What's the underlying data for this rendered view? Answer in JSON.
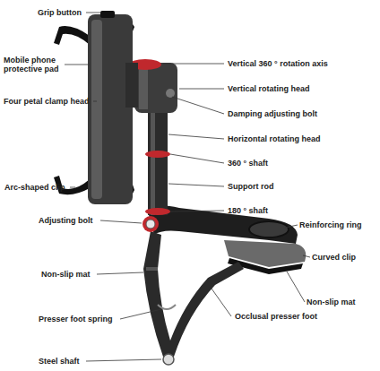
{
  "diagram": {
    "labels": [
      "Grip button",
      "Mobile phone protective pad",
      "Four petal clamp head",
      "Arc-shaped clip",
      "Vertical 360 ° rotation axis",
      "Vertical rotating head",
      "Damping adjusting bolt",
      "Horizontal rotating head",
      "360 ° shaft",
      "Support rod",
      "180 ° shaft",
      "Adjusting bolt",
      "Reinforcing ring",
      "Curved clip",
      "Non-slip mat",
      "Non-slip mat",
      "Presser foot spring",
      "Occlusal presser foot",
      "Steel shaft"
    ]
  }
}
